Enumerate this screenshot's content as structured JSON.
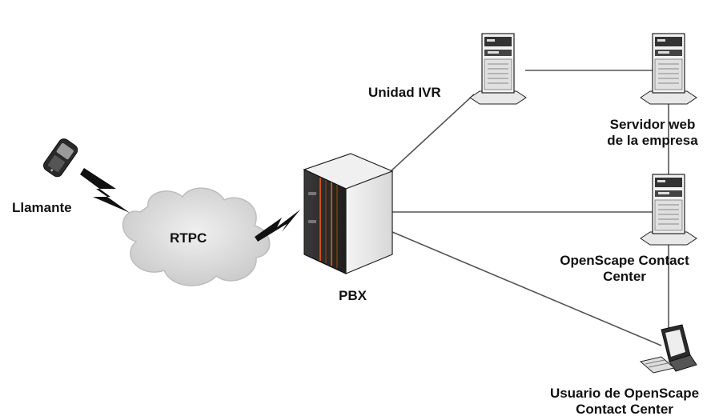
{
  "nodes": {
    "caller": {
      "label": "Llamante",
      "icon": "mobile-phone-icon"
    },
    "pstn": {
      "label": "RTPC",
      "icon": "cloud-icon"
    },
    "pbx": {
      "label": "PBX",
      "icon": "server-rack-icon"
    },
    "ivr": {
      "label": "Unidad IVR",
      "icon": "tower-server-icon"
    },
    "webserver": {
      "label_line1": "Servidor web",
      "label_line2": "de la empresa",
      "icon": "tower-server-icon"
    },
    "contact_center": {
      "label_line1": "OpenScape Contact",
      "label_line2": "Center",
      "icon": "tower-server-icon"
    },
    "user": {
      "label_line1": "Usuario de OpenScape",
      "label_line2": "Contact Center",
      "icon": "workstation-icon"
    }
  },
  "connections": [
    {
      "from": "caller",
      "to": "pstn",
      "type": "wireless"
    },
    {
      "from": "pstn",
      "to": "pbx",
      "type": "wireless"
    },
    {
      "from": "pbx",
      "to": "ivr",
      "type": "line"
    },
    {
      "from": "pbx",
      "to": "contact_center",
      "type": "line"
    },
    {
      "from": "pbx",
      "to": "user",
      "type": "line"
    },
    {
      "from": "ivr",
      "to": "webserver",
      "type": "line"
    },
    {
      "from": "webserver",
      "to": "contact_center",
      "type": "line"
    },
    {
      "from": "contact_center",
      "to": "user",
      "type": "line"
    }
  ],
  "colors": {
    "line": "#555555",
    "cloud": "#d9d9d9",
    "server_dark": "#2f2f2f",
    "accent": "#c8501e"
  }
}
